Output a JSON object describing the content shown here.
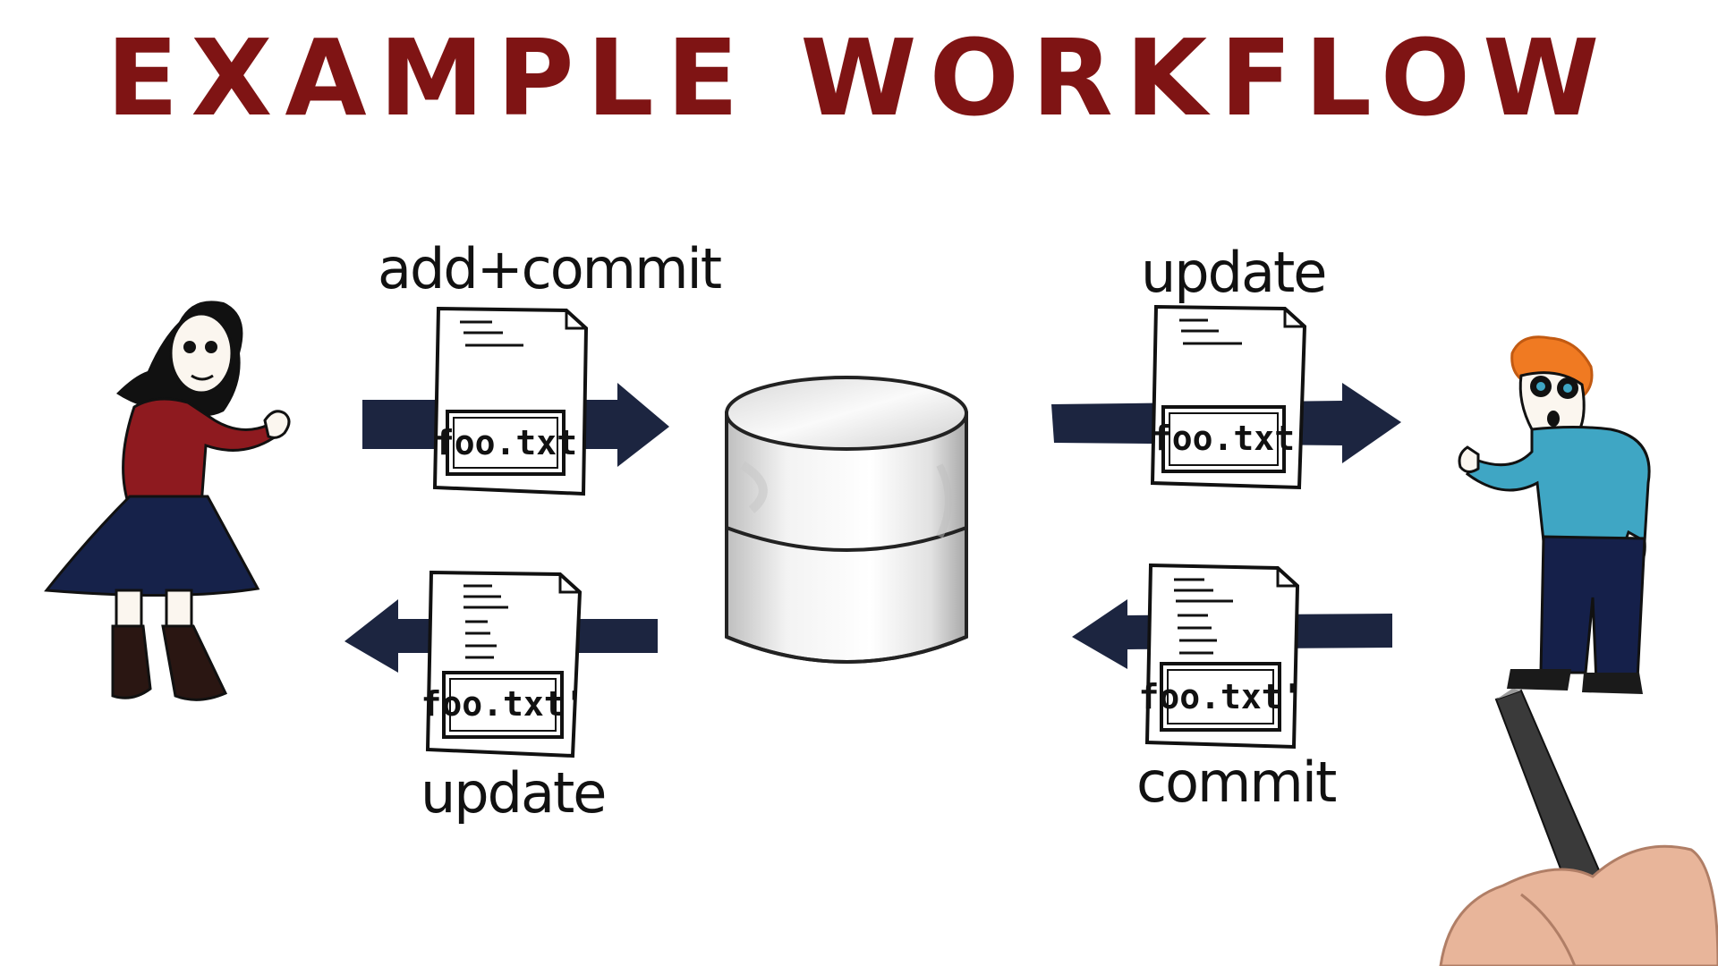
{
  "title": "EXAMPLE  WORKFLOW",
  "labels": {
    "add_commit": "add+commit",
    "update_left": "update",
    "update_right": "update",
    "commit_right": "commit"
  },
  "files": {
    "top_left": "foo.txt",
    "bottom_left": "foo.txt'",
    "top_right": "foo.txt",
    "bottom_right": "foo.txt'"
  },
  "colors": {
    "title": "#7f1414",
    "arrow": "#1c2540",
    "developer_1_top": "#8e1a1f",
    "developer_1_skirt": "#16224a",
    "developer_2_shirt": "#3fa6c4",
    "developer_2_hair": "#f07a22",
    "developer_2_pants": "#15204a"
  }
}
